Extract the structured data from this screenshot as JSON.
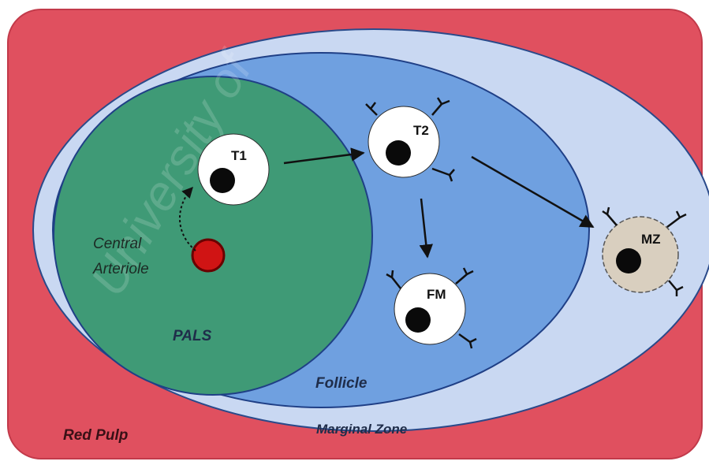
{
  "regions": {
    "red_pulp": "Red Pulp",
    "marginal_zone": "Marginal Zone",
    "follicle": "Follicle",
    "pals": "PALS"
  },
  "structures": {
    "central_arteriole_line1": "Central",
    "central_arteriole_line2": "Arteriole"
  },
  "cells": {
    "t1": "T1",
    "t2": "T2",
    "fm": "FM",
    "mz": "MZ"
  },
  "watermark": "University of",
  "colors": {
    "red_pulp": "#e0505f",
    "marginal_zone": "#c9d8f2",
    "follicle": "#6fa0e0",
    "pals": "#3f9a76",
    "central_arteriole": "#d01414",
    "mz_cell": "#d9cfbf"
  }
}
